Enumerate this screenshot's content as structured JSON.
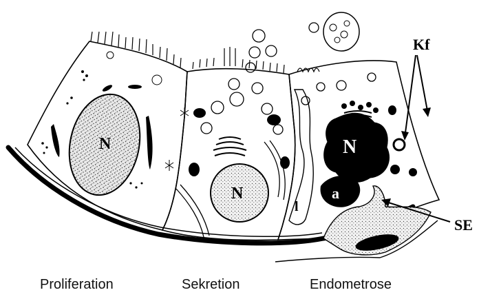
{
  "labels": {
    "nucleus_1": "N",
    "nucleus_2": "N",
    "nucleus_3": "N",
    "kf": "Kf",
    "a": "a",
    "l": "l",
    "se": "SE"
  },
  "captions": [
    "Proliferation",
    "Sekretion",
    "Endometrose"
  ],
  "colors": {
    "ink": "#000000",
    "paper": "#ffffff",
    "stipple": "#d9d9d9"
  }
}
